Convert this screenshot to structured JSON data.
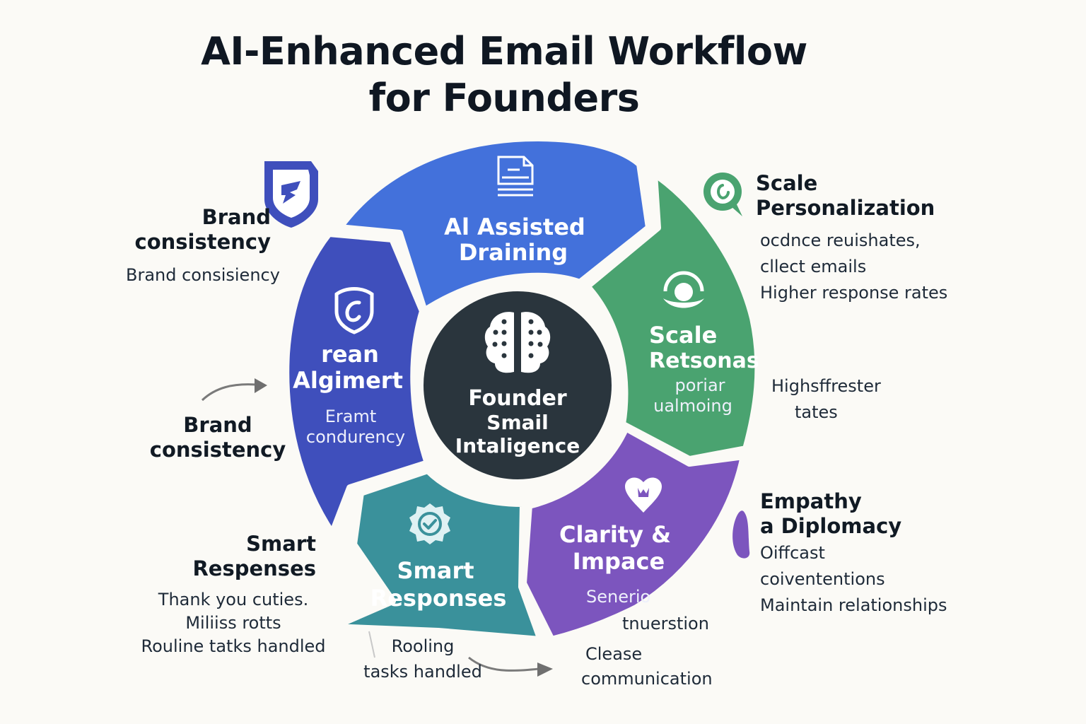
{
  "title": {
    "line1": "AI-Enhanced Email Workflow",
    "line2": "for Founders"
  },
  "colors": {
    "background": "#fbfaf6",
    "ai_assisted": "#4371db",
    "team_alignment": "#3f4fbc",
    "scale": "#4aa370",
    "clarity": "#7c55be",
    "smart": "#3a919b",
    "center": "#2a353d"
  },
  "center": {
    "icon": "brain-icon",
    "lines": [
      "Founder",
      "Smail",
      "Intaligence"
    ]
  },
  "segments": [
    {
      "id": "ai-assisted",
      "icon": "document-icon",
      "title": [
        "Al Assisted",
        "Draining"
      ],
      "sub": []
    },
    {
      "id": "team-alignment",
      "icon": "shield-icon",
      "title": [
        "rean",
        "Algimert"
      ],
      "sub": [
        "Eramt",
        "condurency"
      ]
    },
    {
      "id": "scale-personas",
      "icon": "person-circle-icon",
      "title": [
        "Scale",
        "Retsonas"
      ],
      "sub": [
        "poriar",
        "ualmoing"
      ]
    },
    {
      "id": "clarity-impact",
      "icon": "heart-icon",
      "title": [
        "Clarity &",
        "Impace"
      ],
      "sub": [
        "Senerio",
        "…nderstion"
      ]
    },
    {
      "id": "smart-responses",
      "icon": "badge-check-icon",
      "title": [
        "Smart",
        "Responses"
      ],
      "sub": []
    }
  ],
  "callouts": {
    "brand_top": {
      "heading": [
        "Brand",
        "consistency"
      ],
      "lines": [
        "Brand consisiency"
      ],
      "icon": "shield-icon"
    },
    "brand_mid": {
      "heading": [
        "Brand",
        "consistency"
      ],
      "lines": []
    },
    "scale_personalization": {
      "heading": [
        "Scale",
        "Personalization"
      ],
      "lines": [
        "ocdnce reuishates,",
        "cllect emails",
        "Higher response rates"
      ],
      "icon": "chat-bubble-icon"
    },
    "higher_rates": {
      "lines": [
        "Highsffrester",
        "tates"
      ]
    },
    "empathy": {
      "heading": [
        "Empathy",
        "a Diplomacy"
      ],
      "lines": [
        "Oiffcast",
        "coivententions",
        "Maintain relationships"
      ]
    },
    "smart_responses": {
      "heading": [
        "Smart",
        "Respenses"
      ],
      "lines": [
        "Thank you cuties.",
        "Miliiss rotts",
        "Rouline tatks handled"
      ]
    },
    "rooling": {
      "lines": [
        "Rooling",
        "tasks handled"
      ]
    },
    "clarity_bottom": {
      "lines": [
        "tnuerstion"
      ]
    },
    "clease": {
      "lines": [
        "Clease",
        "communication"
      ]
    }
  }
}
